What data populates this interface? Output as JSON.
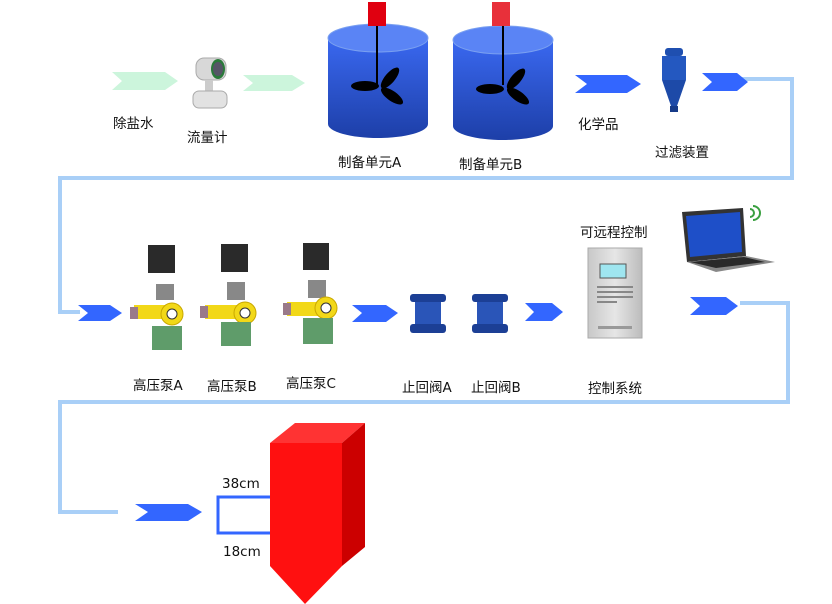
{
  "labels": {
    "water": "除盐水",
    "flowmeter": "流量计",
    "unit_a": "制备单元A",
    "unit_b": "制备单元B",
    "chemicals": "化学品",
    "filter": "过滤装置",
    "remote": "可远程控制",
    "pump_a": "高压泵A",
    "pump_b": "高压泵B",
    "pump_c": "高压泵C",
    "valve_a": "止回阀A",
    "valve_b": "止回阀B",
    "control": "控制系统",
    "dim_top": "38cm",
    "dim_bottom": "18cm"
  },
  "colors": {
    "pipe": "#a9cff7",
    "arrow_blue": "#3366ff",
    "arrow_green": "#ccf5dc",
    "tank": "#2f55d4",
    "block_red": "#ff1010"
  }
}
